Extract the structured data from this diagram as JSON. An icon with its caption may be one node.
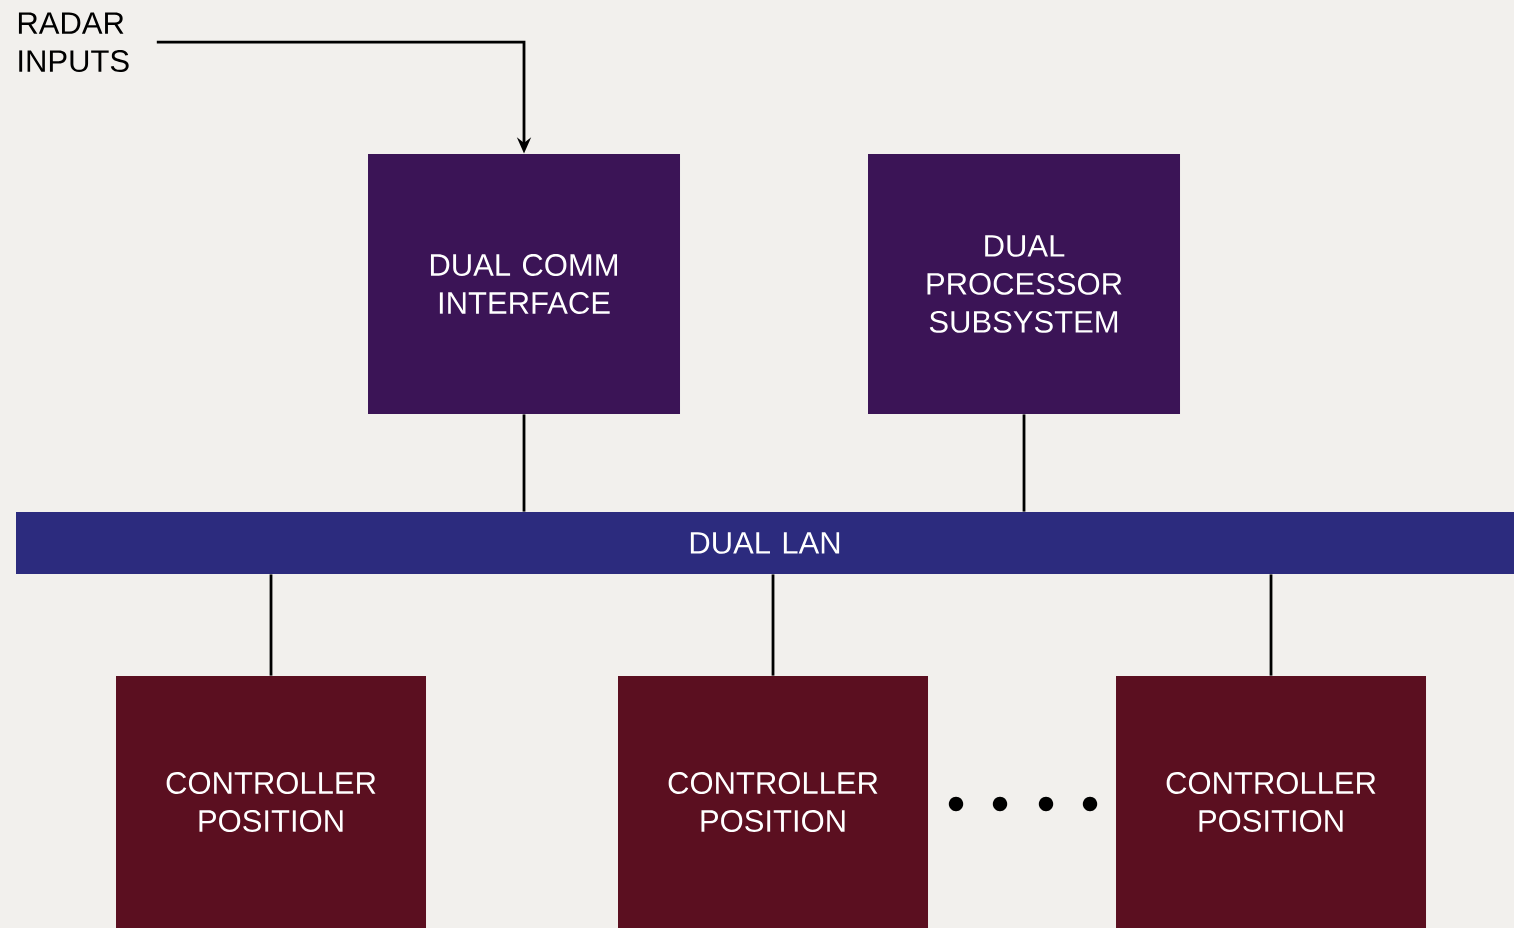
{
  "diagram": {
    "nodes": [
      {
        "text": [
          "RADAR INPUTS"
        ]
      },
      {
        "text": [
          "DUAL COMM INTERFACE"
        ]
      },
      {
        "text": [
          "DUAL PROCESSOR SUBSYSTEM"
        ]
      },
      {
        "text": [
          "DUAL LAN"
        ]
      },
      {
        "text": [
          "CONTROLLER POSITION"
        ]
      },
      {
        "text": [
          "CONTROLLER POSITION"
        ]
      },
      {
        "text": [
          "CONTROLLER POSITION"
        ]
      }
    ],
    "edges": [
      {
        "from": 0,
        "to": 1,
        "arrow": "to"
      },
      {
        "from": 1,
        "to": 3,
        "arrow": "none"
      },
      {
        "from": 2,
        "to": 3,
        "arrow": "none"
      },
      {
        "from": 3,
        "to": 4,
        "arrow": "none"
      },
      {
        "from": 3,
        "to": 5,
        "arrow": "none"
      },
      {
        "from": 3,
        "to": 6,
        "arrow": "none"
      }
    ]
  }
}
